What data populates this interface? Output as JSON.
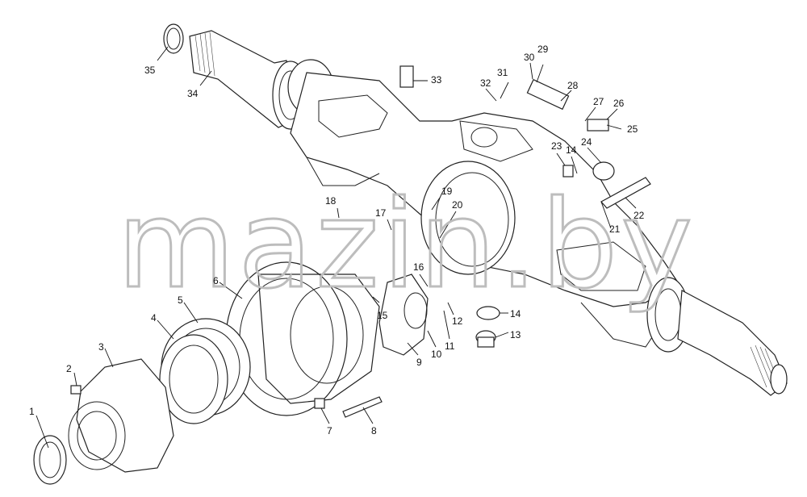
{
  "watermark": "mazin.by",
  "callouts": [
    "1",
    "2",
    "3",
    "4",
    "5",
    "6",
    "7",
    "8",
    "9",
    "10",
    "11",
    "12",
    "13",
    "14",
    "14",
    "15",
    "16",
    "17",
    "18",
    "19",
    "20",
    "21",
    "22",
    "23",
    "24",
    "25",
    "26",
    "27",
    "28",
    "29",
    "30",
    "31",
    "32",
    "33",
    "34",
    "35"
  ],
  "colors": {
    "ink": "#111111",
    "watermark": "#bdbdbd",
    "background": "#ffffff"
  }
}
